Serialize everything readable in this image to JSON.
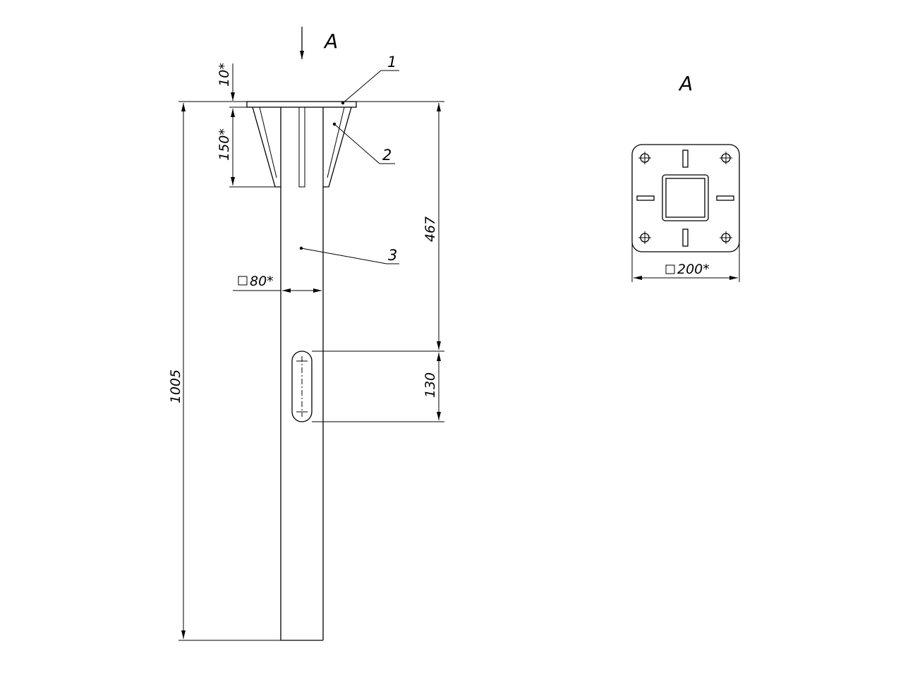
{
  "views": {
    "section_arrow": "A",
    "view_title": "A"
  },
  "callouts": [
    "1",
    "2",
    "3"
  ],
  "dimensions": {
    "plate_thickness": "10*",
    "gusset_height": "150*",
    "total_length": "1005",
    "slot_position": "467",
    "slot_length": "130",
    "pipe_size": "80*",
    "plate_size": "200*"
  },
  "symbols": {
    "square_mark": "square-symbol-icon",
    "bolt_hole": "crosshair-hole-icon"
  }
}
